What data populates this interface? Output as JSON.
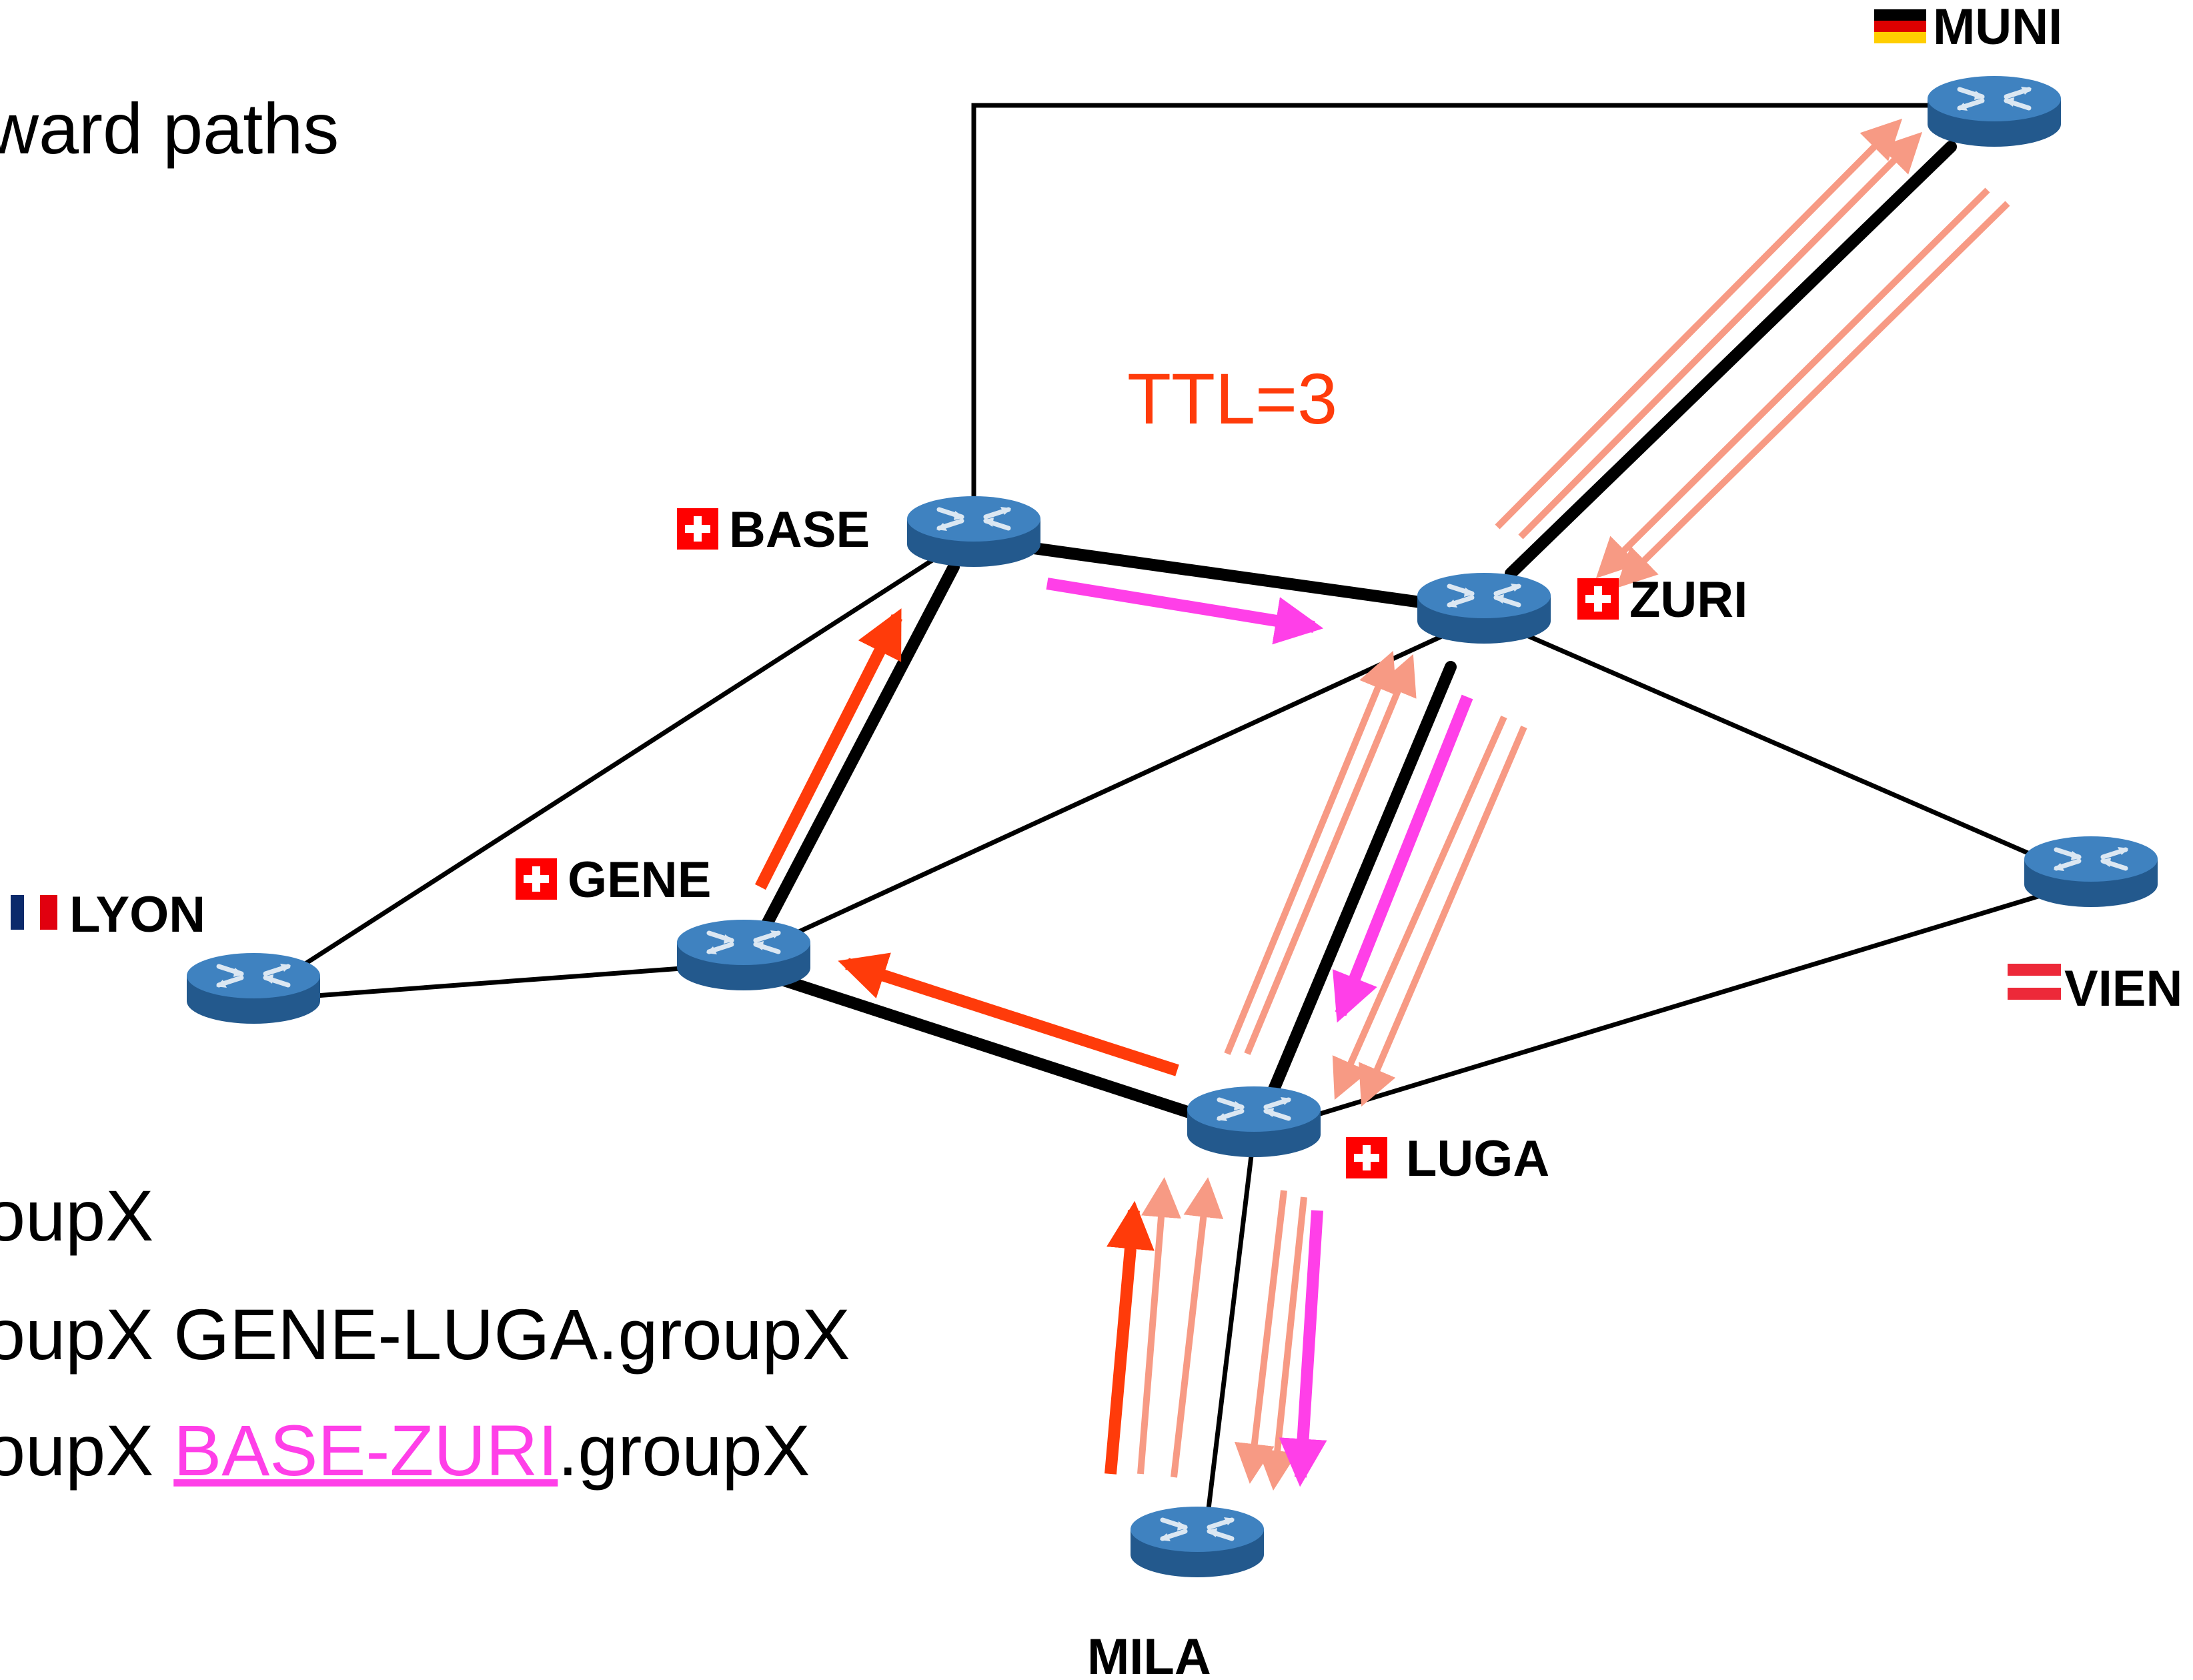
{
  "title": "ward paths",
  "ttl_label": "TTL=3",
  "nodes": {
    "muni": "MUNI",
    "base": "BASE",
    "zuri": "ZURI",
    "lyon": "LYON",
    "gene": "GENE",
    "vien": "VIEN",
    "luga": "LUGA",
    "mila": "MILA"
  },
  "traceroute_lines": {
    "line1_prefix": "oupX",
    "line2_prefix": "oupX",
    "line2_hop": "GENE-LUGA.groupX",
    "line3_prefix": "oupX",
    "line3_hop_highlight": "BASE-ZURI",
    "line3_hop_suffix": ".groupX"
  },
  "colors": {
    "router_blue": "#2f6fa8",
    "router_top": "#3f82c0",
    "arrow_red": "#ff3b0a",
    "arrow_light": "#f79a84",
    "arrow_magenta": "#ff3fe8",
    "swiss_red": "#ff0000"
  },
  "icons": {
    "router": "router-icon",
    "swiss_flag": "swiss-flag-icon",
    "german_flag": "german-flag-icon",
    "french_flag": "french-flag-icon",
    "austrian_flag": "austrian-flag-icon"
  }
}
